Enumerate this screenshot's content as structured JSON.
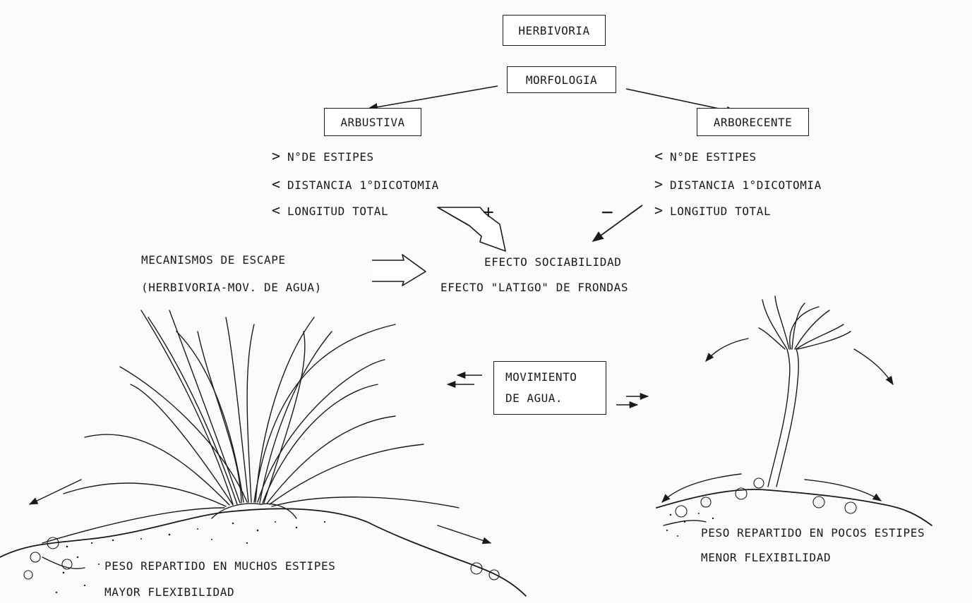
{
  "boxes": {
    "herbivoria": "HERBIVORIA",
    "morfologia": "MORFOLOGIA",
    "arbustiva": "ARBUSTIVA",
    "arborecente": "ARBORECENTE",
    "movimiento_line1": "MOVIMIENTO",
    "movimiento_line2": "DE AGUA."
  },
  "arbustiva_traits": [
    {
      "sign": ">",
      "label": "N°DE ESTIPES"
    },
    {
      "sign": "<",
      "label": "DISTANCIA 1°DICOTOMIA"
    },
    {
      "sign": "<",
      "label": "LONGITUD TOTAL"
    }
  ],
  "arborecente_traits": [
    {
      "sign": "<",
      "label": "N°DE ESTIPES"
    },
    {
      "sign": ">",
      "label": "DISTANCIA 1°DICOTOMIA"
    },
    {
      "sign": ">",
      "label": "LONGITUD TOTAL"
    }
  ],
  "effect_signs": {
    "positive": "+",
    "negative": "−"
  },
  "escape": {
    "line1": "MECANISMOS DE ESCAPE",
    "line2": "(HERBIVORIA-MOV. DE AGUA)"
  },
  "effects": {
    "line1": "EFECTO SOCIABILIDAD",
    "line2": "EFECTO \"LATIGO\" DE FRONDAS"
  },
  "captions": {
    "left_line1": "PESO REPARTIDO EN MUCHOS ESTIPES",
    "left_line2": "MAYOR FLEXIBILIDAD",
    "right_line1": "PESO REPARTIDO EN POCOS ESTIPES",
    "right_line2": "MENOR FLEXIBILIDAD"
  },
  "colors": {
    "ink": "#1a1a1a",
    "paper": "#fbfbf9"
  }
}
